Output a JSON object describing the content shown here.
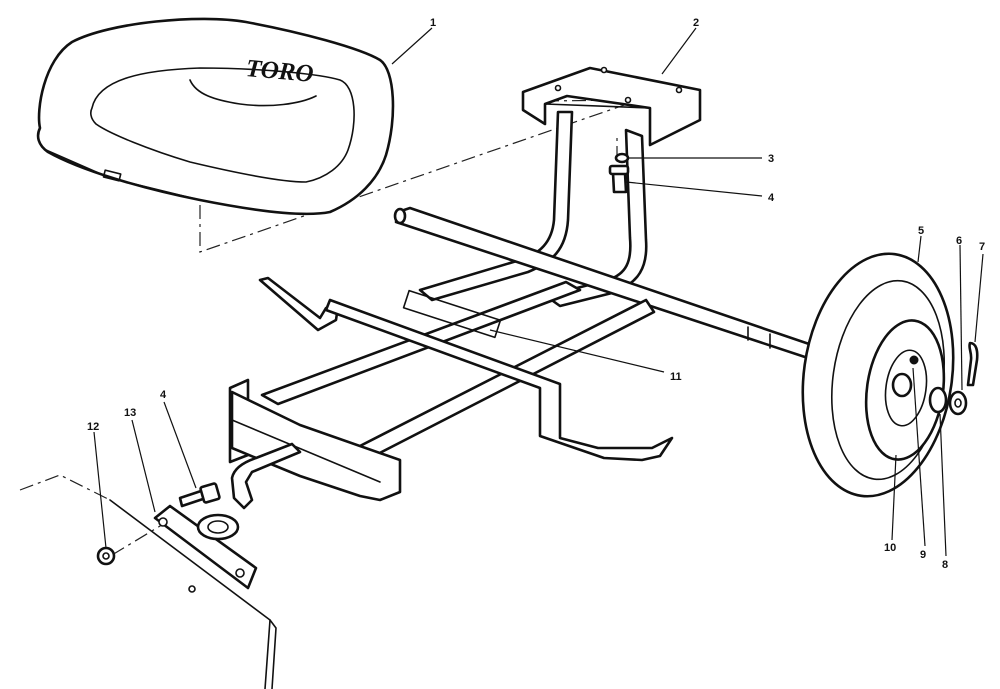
{
  "diagram": {
    "seat_brand": "TORO",
    "callouts": [
      {
        "id": "1",
        "label": "1"
      },
      {
        "id": "2",
        "label": "2"
      },
      {
        "id": "3",
        "label": "3"
      },
      {
        "id": "4a",
        "label": "4"
      },
      {
        "id": "4b",
        "label": "4"
      },
      {
        "id": "5",
        "label": "5"
      },
      {
        "id": "6",
        "label": "6"
      },
      {
        "id": "7",
        "label": "7"
      },
      {
        "id": "8",
        "label": "8"
      },
      {
        "id": "9",
        "label": "9"
      },
      {
        "id": "10",
        "label": "10"
      },
      {
        "id": "11",
        "label": "11"
      },
      {
        "id": "12",
        "label": "12"
      },
      {
        "id": "13",
        "label": "13"
      }
    ]
  }
}
